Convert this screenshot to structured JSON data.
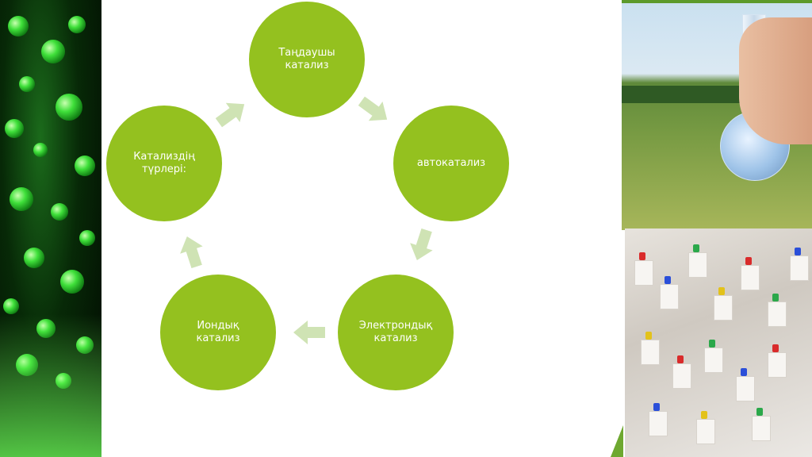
{
  "diagram": {
    "nodes": [
      {
        "id": "selective",
        "label": "Таңдаушы\nкатализ"
      },
      {
        "id": "auto",
        "label": "автокатализ"
      },
      {
        "id": "electronic",
        "label": "Электрондық\nкатализ"
      },
      {
        "id": "ionic",
        "label": "Иондық\nкатализ"
      },
      {
        "id": "types",
        "label": "Катализдің\nтүрлері:"
      }
    ],
    "colors": {
      "node": "#94c11f",
      "arrow": "#cfe3b4",
      "node_text": "#ffffff"
    }
  }
}
